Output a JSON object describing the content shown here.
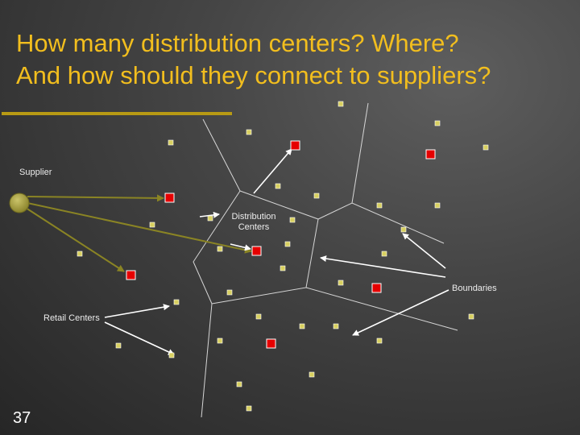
{
  "title_line1": "How many distribution centers? Where?",
  "title_line2": "And how should they connect to suppliers?",
  "labels": {
    "supplier": "Supplier",
    "distribution_centers_line1": "Distribution",
    "distribution_centers_line2": "Centers",
    "boundaries": "Boundaries",
    "retail_centers": "Retail Centers"
  },
  "page_number": "37",
  "colors": {
    "title": "#f2be1e",
    "supplier": "#a29a3a",
    "distribution_center": "#e60000",
    "retail_center": "#d8d060",
    "supply_arrow": "#8a8424",
    "boundary": "#d6d6d6",
    "callout_arrow": "#ffffff"
  }
}
